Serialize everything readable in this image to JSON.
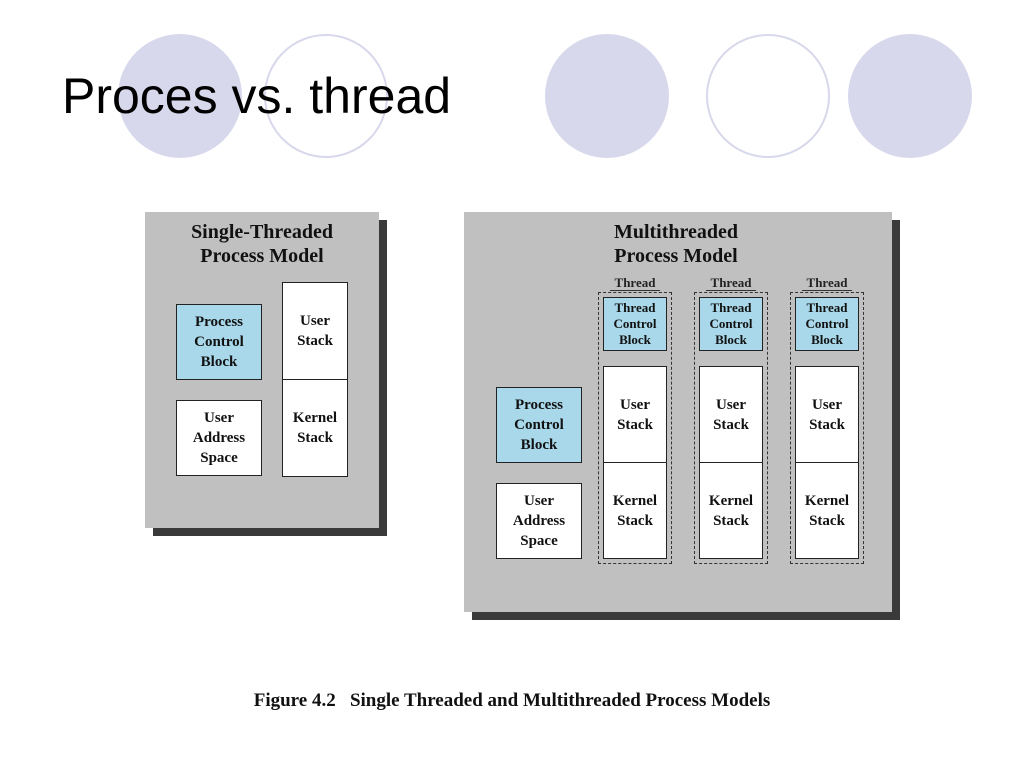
{
  "slide": {
    "title": "Proces vs. thread"
  },
  "single": {
    "title": "Single-Threaded\nProcess Model",
    "pcb": "Process\nControl\nBlock",
    "user_address_space": "User\nAddress\nSpace",
    "user_stack": "User\nStack",
    "kernel_stack": "Kernel\nStack"
  },
  "multi": {
    "title": "Multithreaded\nProcess Model",
    "pcb": "Process\nControl\nBlock",
    "user_address_space": "User\nAddress\nSpace",
    "threads": [
      {
        "label": "Thread",
        "tcb": "Thread\nControl\nBlock",
        "user_stack": "User\nStack",
        "kernel_stack": "Kernel\nStack"
      },
      {
        "label": "Thread",
        "tcb": "Thread\nControl\nBlock",
        "user_stack": "User\nStack",
        "kernel_stack": "Kernel\nStack"
      },
      {
        "label": "Thread",
        "tcb": "Thread\nControl\nBlock",
        "user_stack": "User\nStack",
        "kernel_stack": "Kernel\nStack"
      }
    ]
  },
  "caption": "Figure 4.2   Single Threaded and Multithreaded Process Models",
  "colors": {
    "decor": "#d8d8ec",
    "control_block": "#a8d8ea",
    "panel": "#c0c0c0",
    "shadow": "#3a3a3a"
  }
}
